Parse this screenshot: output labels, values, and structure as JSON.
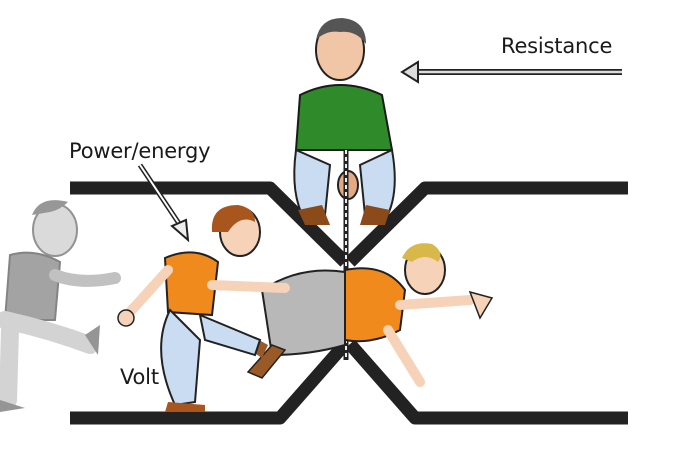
{
  "labels": {
    "resistance": "Resistance",
    "power": "Power/energy",
    "volt": "Volt"
  },
  "figures": {
    "resistor_man": "man squeezing pipe with rope (resistance)",
    "pusher": "man pushing (volt)",
    "current": "man squeezing through narrow pipe",
    "ghost": "faded man following"
  },
  "colors": {
    "pipe": "#222222",
    "shirt_orange": "#f08a1c",
    "shirt_green": "#2f8a2a",
    "pants_blue": "#c9dcf2",
    "pants_gray": "#b8b8b8",
    "skin": "#f6d3b8",
    "hair_brown": "#a8561e",
    "hair_blond": "#d9b84a",
    "ghost_gray": "#a8a8a8"
  }
}
